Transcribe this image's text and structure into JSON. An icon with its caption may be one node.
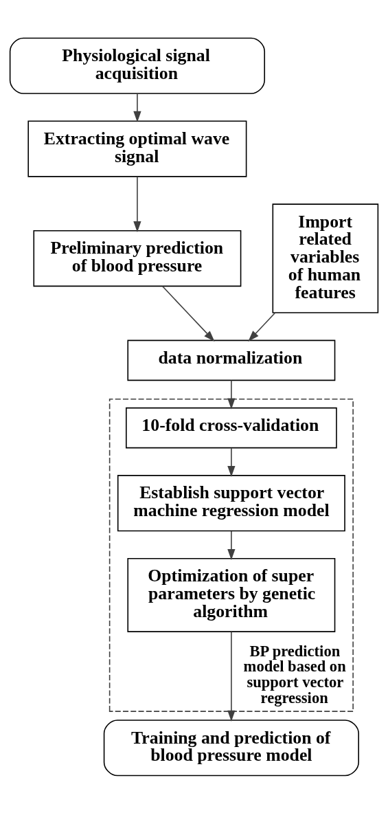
{
  "diagram": {
    "nodes": [
      {
        "text": [
          "Physiological signal acquisition"
        ]
      },
      {
        "text": [
          "Extracting optimal wave signal"
        ]
      },
      {
        "text": [
          "Preliminary prediction of blood pressure"
        ]
      },
      {
        "text": [
          "Import related variables of human features"
        ]
      },
      {
        "text": [
          "data normalization"
        ]
      },
      {
        "text": [
          "BP prediction model based on support vector regression"
        ]
      },
      {
        "text": [
          "10-fold cross-validation"
        ],
        "in": 5
      },
      {
        "text": [
          "Establish support vector machine regression model"
        ],
        "in": 5
      },
      {
        "text": [
          "Optimization of super parameters by genetic algorithm"
        ],
        "in": 5
      },
      {
        "text": [
          "Training and prediction of blood pressure model"
        ]
      }
    ],
    "edges": [
      {
        "from": 0,
        "to": 1,
        "arrow": "to"
      },
      {
        "from": 1,
        "to": 2,
        "arrow": "to"
      },
      {
        "from": 2,
        "to": 4,
        "arrow": "to"
      },
      {
        "from": 3,
        "to": 4,
        "arrow": "to"
      },
      {
        "from": 4,
        "to": 6,
        "arrow": "to"
      },
      {
        "from": 6,
        "to": 7,
        "arrow": "to"
      },
      {
        "from": 7,
        "to": 8,
        "arrow": "to"
      },
      {
        "from": 8,
        "to": 9,
        "arrow": "to"
      }
    ]
  }
}
